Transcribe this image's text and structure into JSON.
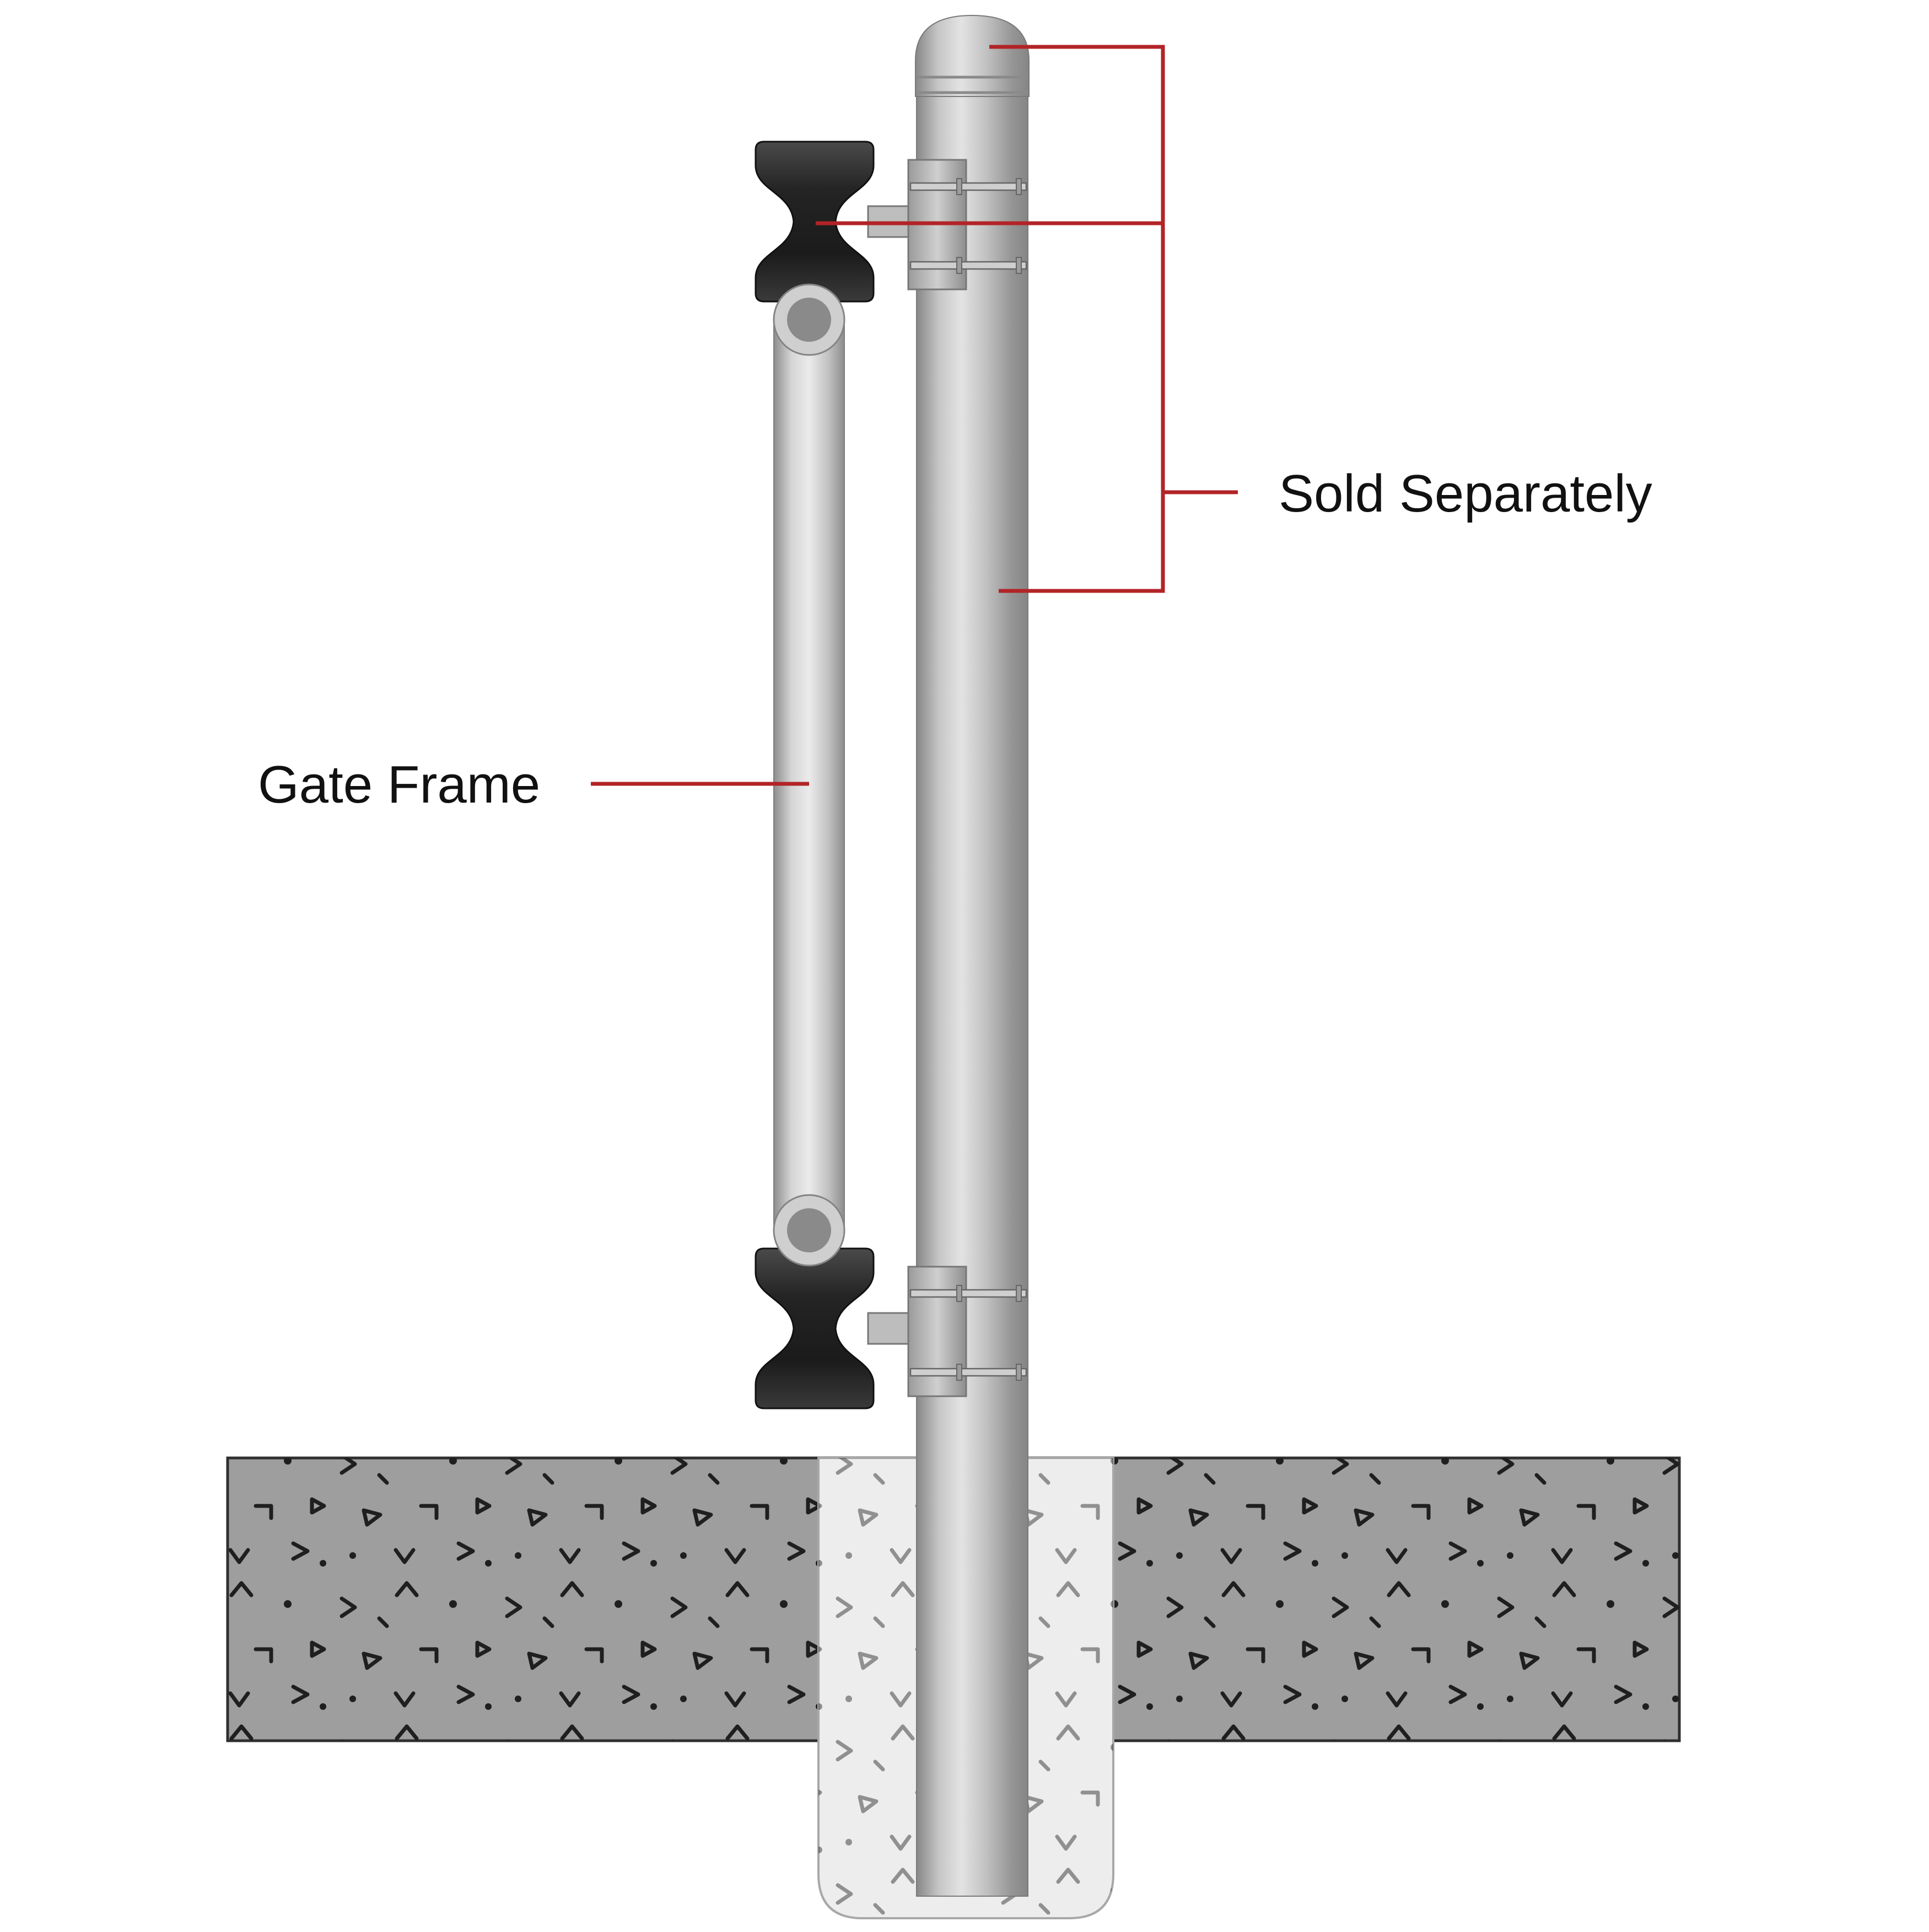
{
  "diagram": {
    "title": "gate-roller-post-installation-diagram",
    "annotations": {
      "sold_separately": {
        "label": "Sold Separately"
      },
      "gate_frame": {
        "label": "Gate Frame"
      }
    },
    "colors": {
      "leader_red": "#b22427",
      "label_text": "#111111",
      "post_light": "#e3e3e3",
      "post_dark": "#858585",
      "roller_dark": "#242424",
      "bracket_gray": "#bdbdbd",
      "ground_gray": "#9e9e9e",
      "footing_light": "#ededed",
      "speckle_dark": "#1f1f1f"
    }
  }
}
